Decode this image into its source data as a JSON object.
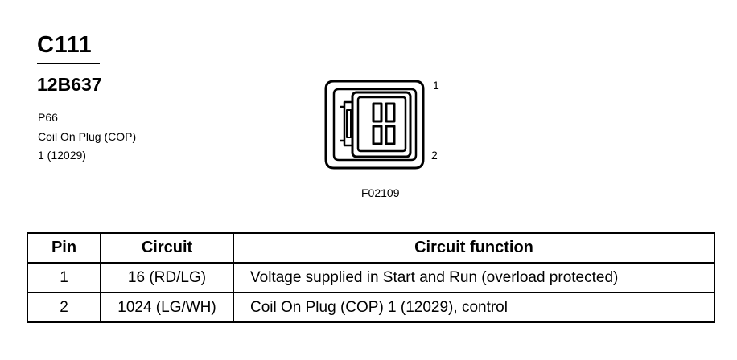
{
  "connector": {
    "id": "C111",
    "part_number": "12B637",
    "description_lines": [
      "P66",
      "Coil On Plug (COP)",
      "1 (12029)"
    ]
  },
  "figure": {
    "pin_labels": [
      "1",
      "2"
    ],
    "code": "F02109"
  },
  "table": {
    "headers": [
      "Pin",
      "Circuit",
      "Circuit function"
    ],
    "rows": [
      {
        "pin": "1",
        "circuit": "16 (RD/LG)",
        "function": "Voltage supplied in Start and Run (overload protected)"
      },
      {
        "pin": "2",
        "circuit": "1024 (LG/WH)",
        "function": "Coil On Plug (COP) 1 (12029), control"
      }
    ]
  }
}
